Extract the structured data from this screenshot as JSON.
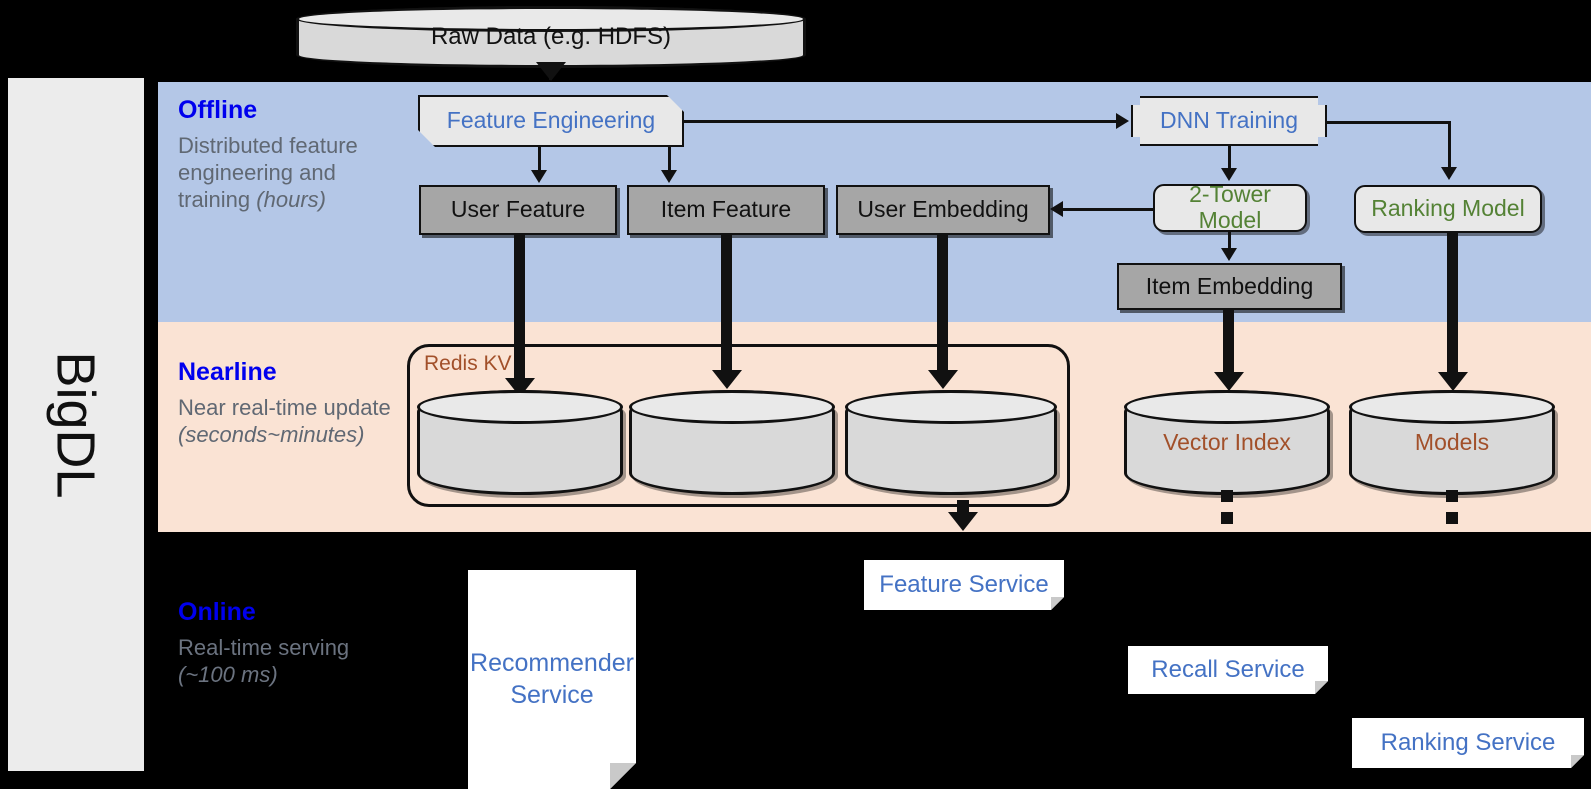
{
  "platform": {
    "name": "BigDL"
  },
  "source": {
    "label": "Raw Data (e.g. HDFS)"
  },
  "bands": {
    "offline": {
      "title": "Offline",
      "subtitle": "Distributed feature engineering and training ",
      "emphasis": "(hours)"
    },
    "nearline": {
      "title": "Nearline",
      "subtitle": "Near real-time update ",
      "emphasis": "(seconds~minutes)"
    },
    "online": {
      "title": "Online",
      "subtitle": "Real-time serving ",
      "emphasis": "(~100 ms)"
    }
  },
  "offline": {
    "feature_engineering": "Feature Engineering",
    "dnn_training": "DNN Training",
    "user_feature": "User Feature",
    "item_feature": "Item Feature",
    "user_embedding": "User Embedding",
    "two_tower_model": "2-Tower Model",
    "ranking_model": "Ranking Model",
    "item_embedding": "Item Embedding"
  },
  "nearline": {
    "redis_group": "Redis KV",
    "store_1": "",
    "store_2": "",
    "store_3": "",
    "vector_index": "Vector Index",
    "models": "Models"
  },
  "online": {
    "recommender_service": "Recommender Service",
    "feature_service": "Feature Service",
    "recall_service": "Recall Service",
    "ranking_service": "Ranking Service"
  },
  "colors": {
    "offline_band": "#b4c7e7",
    "nearline_band": "#fae3d4",
    "online_band": "#000000",
    "band_title": "#0000ee",
    "process_text": "#4472c4",
    "model_text": "#548235",
    "store_text": "#a2502a",
    "data_box": "#a6a6a6",
    "rail": "#ececec"
  }
}
